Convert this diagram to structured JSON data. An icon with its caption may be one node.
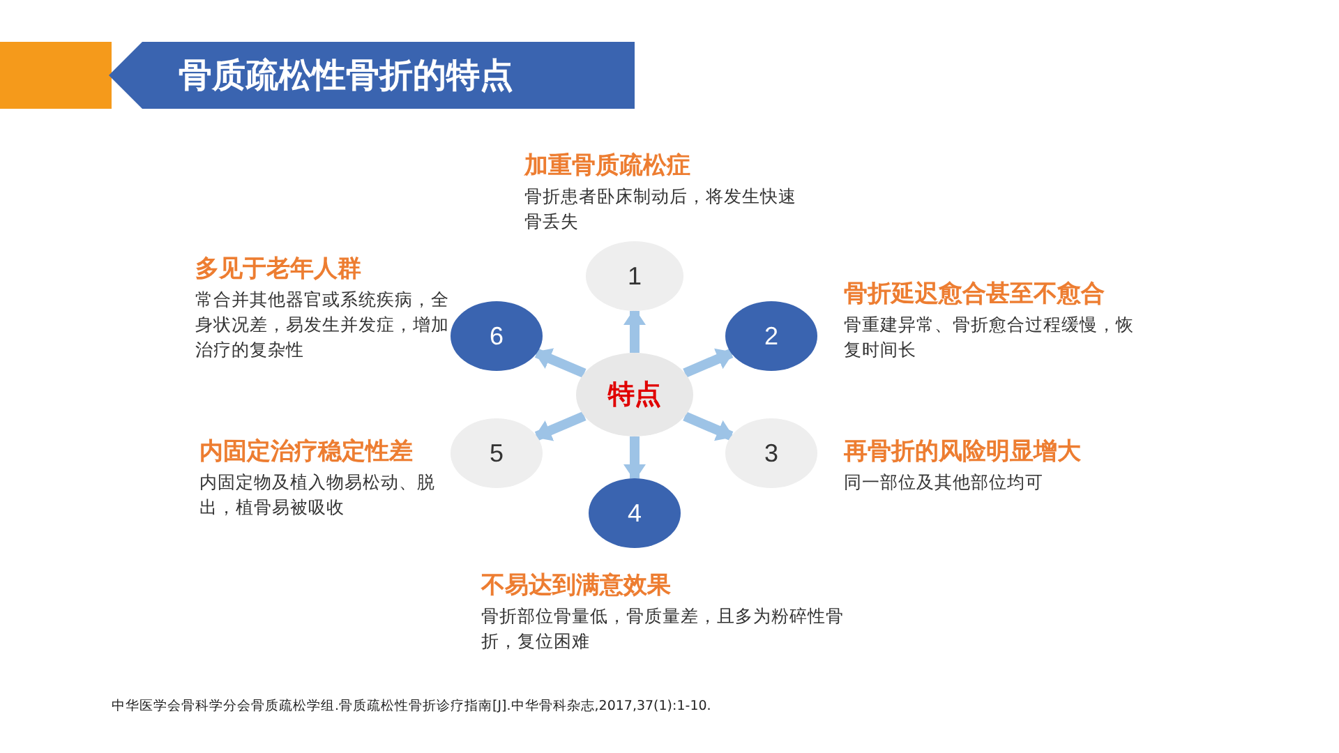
{
  "diagram": {
    "title": "骨质疏松性骨折的特点",
    "caption": "中华医学会骨科学分会骨质疏松学组.骨质疏松性骨折诊疗指南[J].中华骨科杂志,2017,37(1):1-10.",
    "nodes": [
      {
        "text": [
          "特点"
        ]
      },
      {
        "text": [
          "1"
        ],
        "beside": [
          "加重骨质疏松症",
          "骨折患者卧床制动后，将发生快速骨丢失"
        ]
      },
      {
        "text": [
          "2"
        ],
        "beside": [
          "骨折延迟愈合甚至不愈合",
          "骨重建异常、骨折愈合过程缓慢，恢复时间长"
        ]
      },
      {
        "text": [
          "3"
        ],
        "beside": [
          "再骨折的风险明显增大",
          "同一部位及其他部位均可"
        ]
      },
      {
        "text": [
          "4"
        ],
        "beside": [
          "不易达到满意效果",
          "骨折部位骨量低，骨质量差，且多为粉碎性骨折，复位困难"
        ]
      },
      {
        "text": [
          "5"
        ],
        "beside": [
          "内固定治疗稳定性差",
          "内固定物及植入物易松动、脱出，植骨易被吸收"
        ]
      },
      {
        "text": [
          "6"
        ],
        "beside": [
          "多见于老年人群",
          "常合并其他器官或系统疾病，全身状况差，易发生并发症，增加治疗的复杂性"
        ]
      }
    ],
    "edges": [
      {
        "from": 0,
        "to": 1,
        "arrow": "to"
      },
      {
        "from": 0,
        "to": 2,
        "arrow": "to"
      },
      {
        "from": 0,
        "to": 3,
        "arrow": "to"
      },
      {
        "from": 0,
        "to": 4,
        "arrow": "to"
      },
      {
        "from": 0,
        "to": 5,
        "arrow": "to"
      },
      {
        "from": 0,
        "to": 6,
        "arrow": "to"
      }
    ]
  }
}
